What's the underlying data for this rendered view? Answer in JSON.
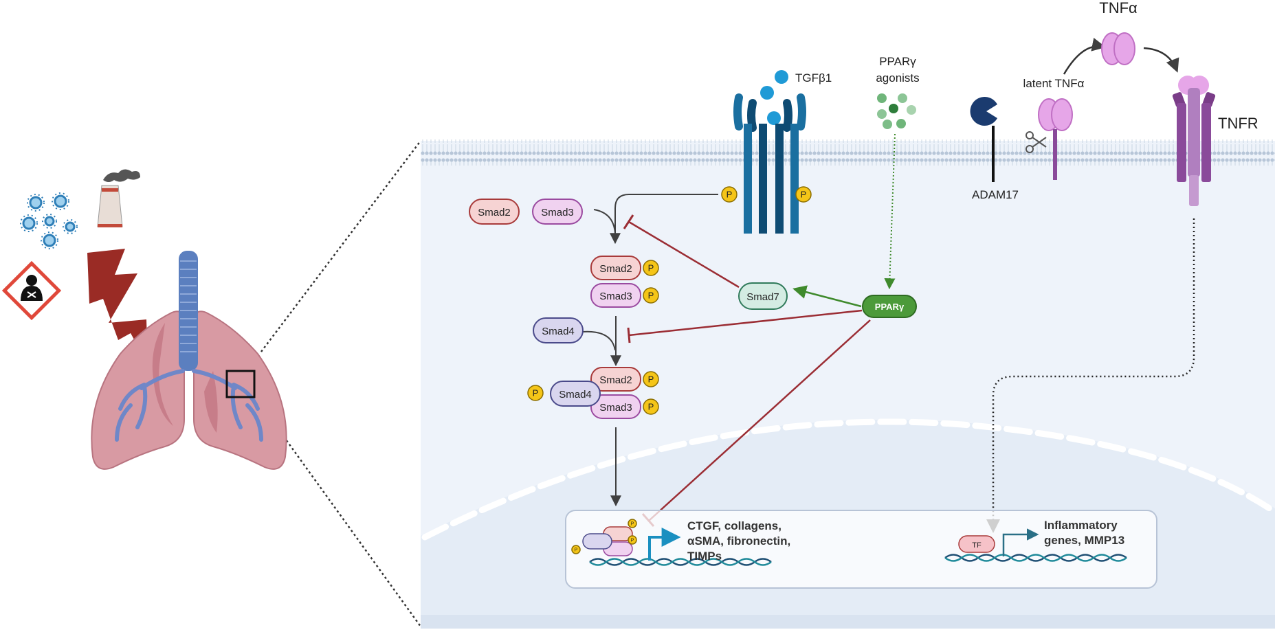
{
  "labels": {
    "tgfb1": "TGFβ1",
    "ppar_agonists_line1": "PPARγ",
    "ppar_agonists_line2": "agonists",
    "latent_tnfa": "latent TNFα",
    "tnfa": "TNFα",
    "tnfr": "TNFR",
    "adam17": "ADAM17",
    "smad2": "Smad2",
    "smad3": "Smad3",
    "smad4": "Smad4",
    "smad7": "Smad7",
    "pparg": "PPARγ",
    "phospho": "P",
    "tf": "TF",
    "fibrosis_genes_line1": "CTGF, collagens,",
    "fibrosis_genes_line2": "αSMA, fibronectin,",
    "fibrosis_genes_line3": "TIMPs",
    "inflam_genes_line1": "Inflammatory",
    "inflam_genes_line2": "genes, MMP13"
  },
  "colors": {
    "activation": "#404040",
    "inhibition": "#9b2d34",
    "ppar_green": "#3f8a2c",
    "cytoplasm": "#eef3fa",
    "nucleus": "#e6edf7",
    "tgfb_receptor": "#1a6fa0",
    "tnf_purple": "#8a4a9a",
    "tnfa_pink": "#e6a6e8"
  }
}
